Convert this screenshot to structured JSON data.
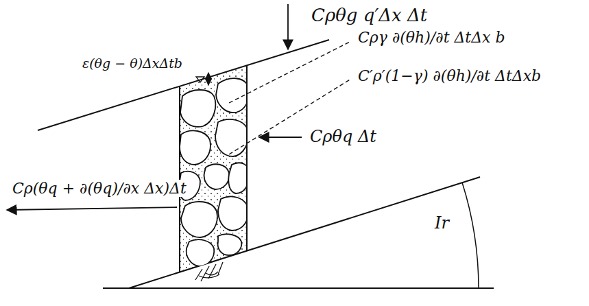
{
  "diagram": {
    "labels": [
      "Cρθg q′Δx Δt",
      "ε(θg − θ)ΔxΔtb",
      "Cργ ∂(θh)/∂t ΔtΔx b",
      "C′ρ′(1−γ) ∂(θh)/∂t ΔtΔxb",
      "Cρθq Δt",
      "Cρ(θq + ∂(θq)/∂x Δx)Δt",
      "Ir"
    ]
  }
}
